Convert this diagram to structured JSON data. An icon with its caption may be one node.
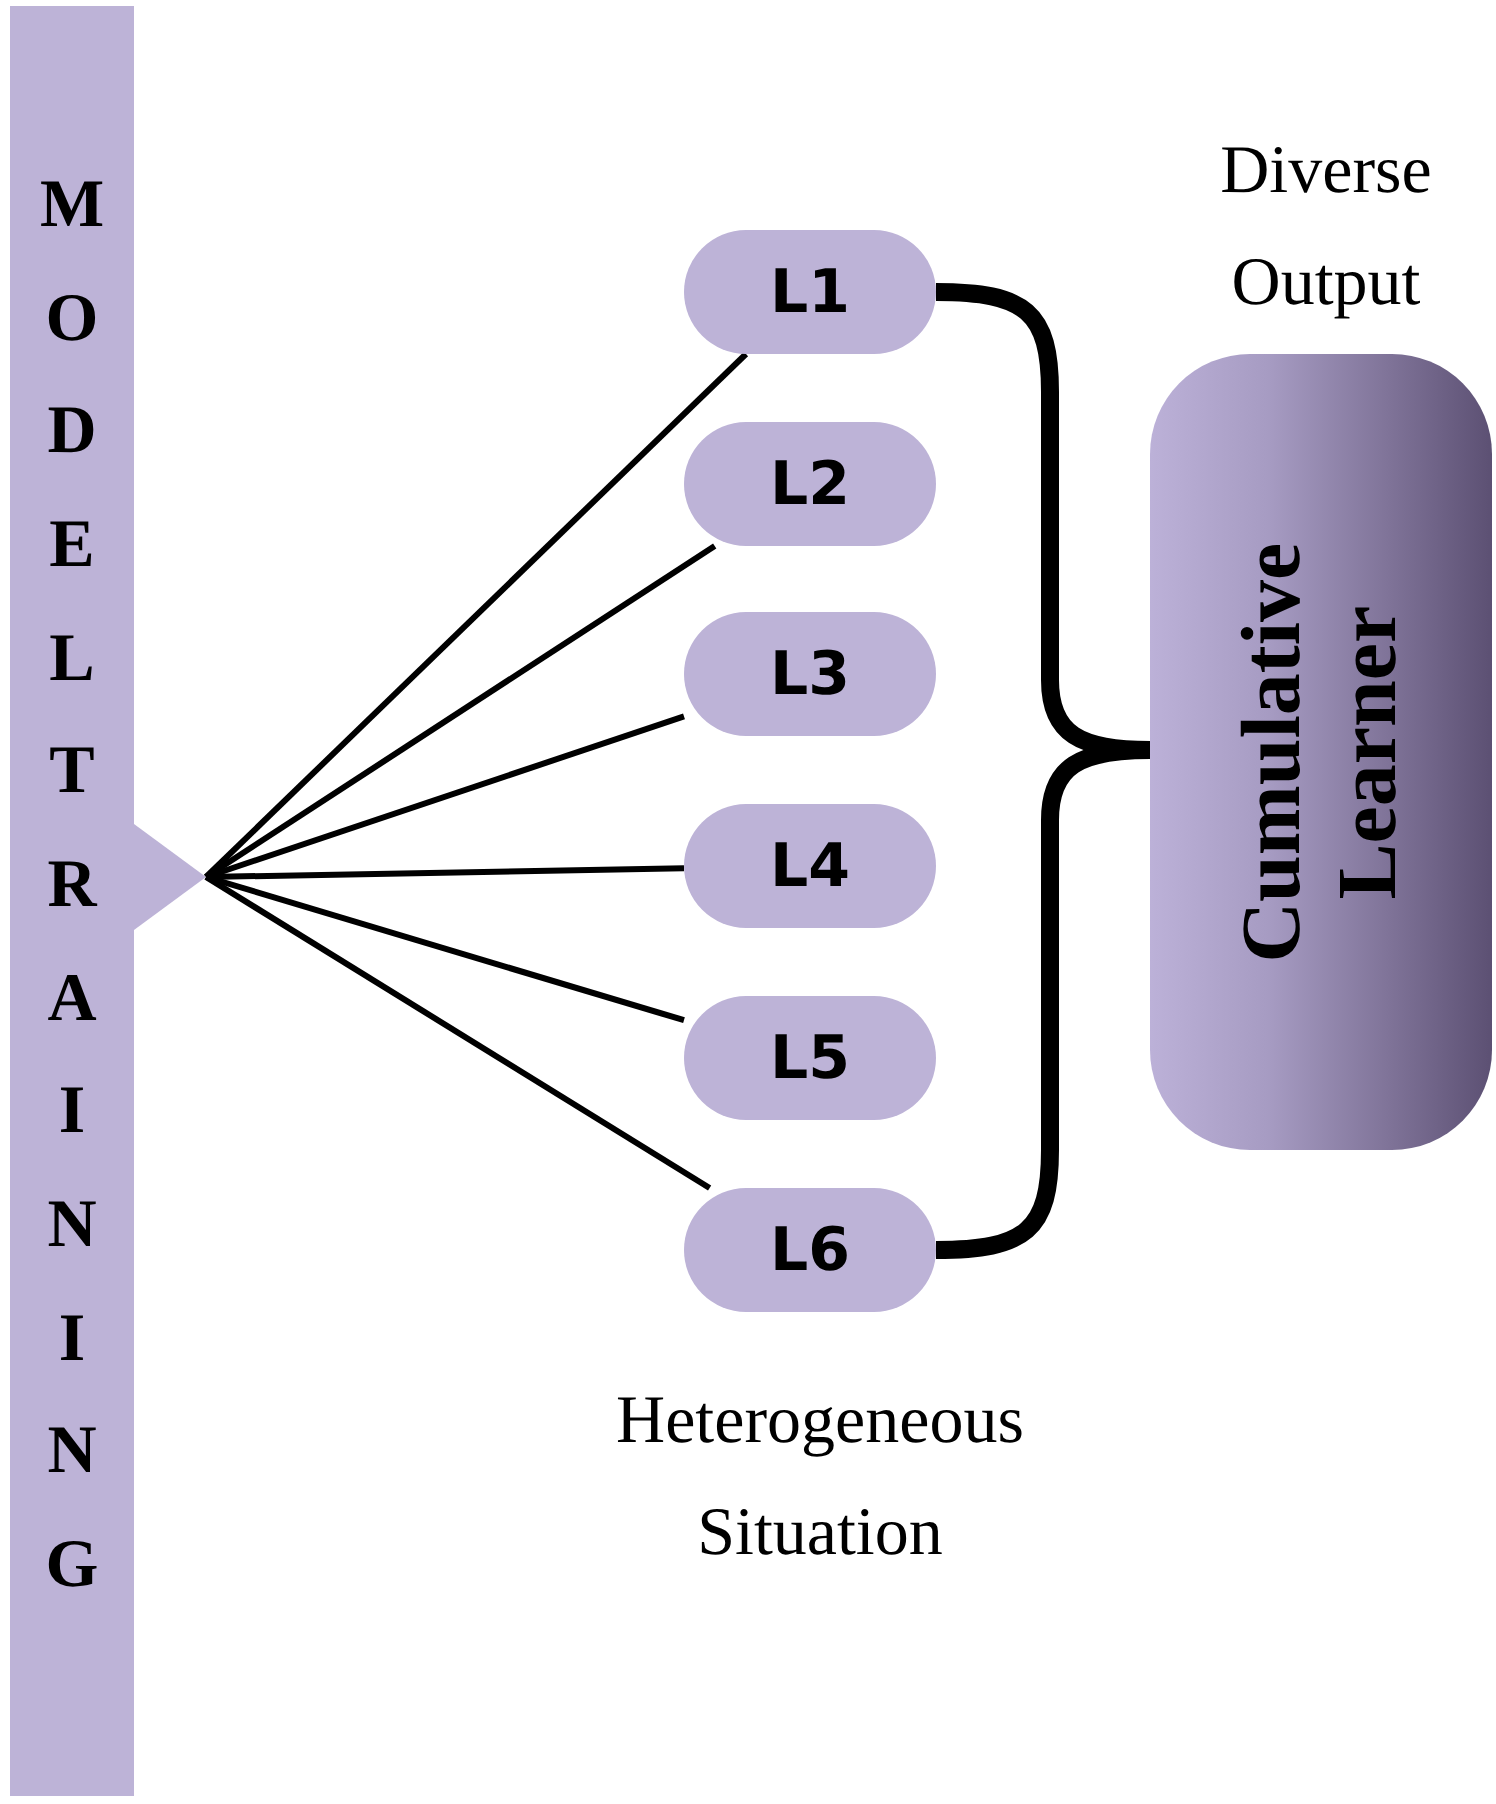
{
  "diagram": {
    "nodes": [
      {
        "text": [
          "MODELTRAINING"
        ]
      },
      {
        "text": [],
        "shape": "triangle"
      },
      {
        "text": [
          "L1"
        ]
      },
      {
        "text": [
          "L2"
        ]
      },
      {
        "text": [
          "L3"
        ]
      },
      {
        "text": [
          "L4"
        ]
      },
      {
        "text": [
          "L5"
        ]
      },
      {
        "text": [
          "L6"
        ]
      },
      {
        "text": [
          "Cumulative Learner"
        ]
      }
    ],
    "edges": [
      {
        "from": 1,
        "to": 2,
        "arrow": "none"
      },
      {
        "from": 1,
        "to": 3,
        "arrow": "none"
      },
      {
        "from": 1,
        "to": 4,
        "arrow": "none"
      },
      {
        "from": 1,
        "to": 5,
        "arrow": "none"
      },
      {
        "from": 1,
        "to": 6,
        "arrow": "none"
      },
      {
        "from": 1,
        "to": 7,
        "arrow": "none"
      },
      {
        "from": 2,
        "to": 8,
        "arrow": "none",
        "style": "thick"
      },
      {
        "from": 7,
        "to": 8,
        "arrow": "none",
        "style": "thick"
      }
    ],
    "labels": [
      "Diverse Output",
      "Heterogeneous Situation"
    ]
  }
}
